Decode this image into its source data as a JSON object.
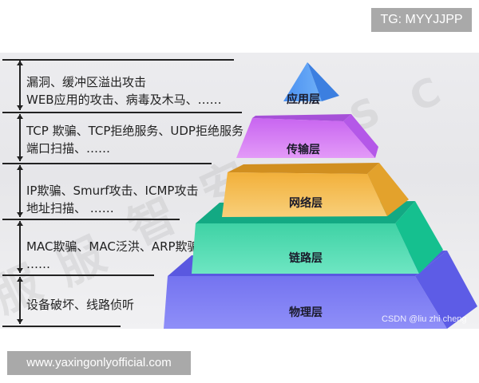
{
  "badges": {
    "top": "TG: MYYJJPP",
    "bottom": "www.yaxingonlyofficial.com"
  },
  "watermark": {
    "chars": [
      "安",
      "智",
      "服",
      "S",
      "C"
    ],
    "credit": "CSDN @liu zhi cheng"
  },
  "layers": [
    {
      "name": "应用层",
      "color": "#5b9ff0",
      "threats": [
        "漏洞、缓冲区溢出攻击",
        " WEB应用的攻击、病毒及木马、……"
      ]
    },
    {
      "name": "传输层",
      "color": "#d67cf5",
      "threats": [
        "TCP 欺骗、TCP拒绝服务、UDP拒绝服务",
        "端口扫描、……"
      ]
    },
    {
      "name": "网络层",
      "color": "#f5c155",
      "threats": [
        "IP欺骗、Smurf攻击、ICMP攻击",
        "地址扫描、 ……"
      ]
    },
    {
      "name": "链路层",
      "color": "#4fdcb0",
      "threats": [
        "MAC欺骗、MAC泛洪、ARP欺骗",
        "……"
      ]
    },
    {
      "name": "物理层",
      "color": "#7f7ef5",
      "threats": [
        "设备破坏、线路侦听"
      ]
    }
  ]
}
